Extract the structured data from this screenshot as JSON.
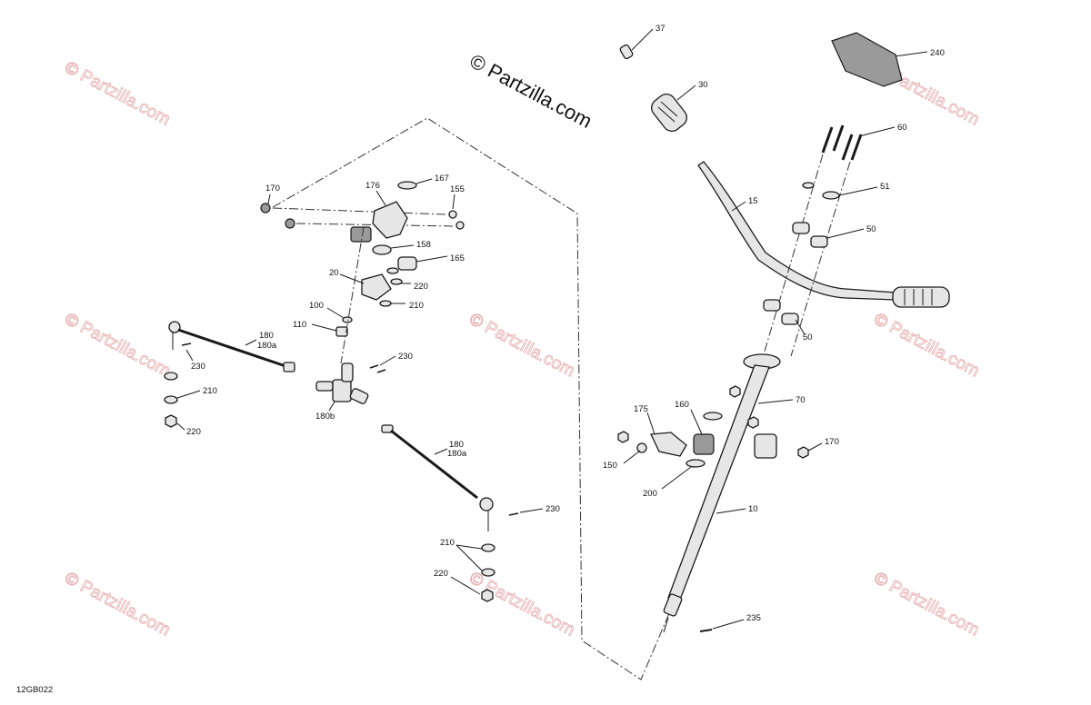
{
  "drawing_code": "12GB022",
  "watermark_main": "© Partzilla.com",
  "watermark_repeat": "© Partzilla.com",
  "callouts": {
    "c37": "37",
    "c30": "30",
    "c240": "240",
    "c60": "60",
    "c51": "51",
    "c15": "15",
    "c50a": "50",
    "c50b": "50",
    "c70": "70",
    "c175": "175",
    "c160": "160",
    "c170r": "170",
    "c150": "150",
    "c200": "200",
    "c10": "10",
    "c235": "235",
    "c170": "170",
    "c176": "176",
    "c167": "167",
    "c155": "155",
    "c158": "158",
    "c165": "165",
    "c20": "20",
    "c220a": "220",
    "c210a": "210",
    "c100": "100",
    "c110": "110",
    "c180a": "180",
    "c180a2": "180a",
    "c230a": "230",
    "c210b": "210",
    "c220b": "220",
    "c230b": "230",
    "c180b": "180b",
    "c180c": "180",
    "c180c2": "180a",
    "c230c": "230",
    "c210c": "210",
    "c220c": "220"
  }
}
